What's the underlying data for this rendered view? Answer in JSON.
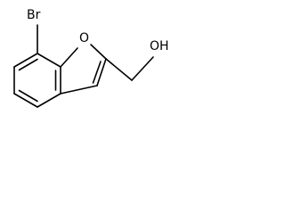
{
  "structure": {
    "type": "skeletal-formula",
    "atoms": {
      "bromine": "Br",
      "ring_oxygen": "O",
      "hydroxyl": "OH"
    },
    "colors": {
      "bond": "#000000",
      "label": "#000000",
      "background": "#ffffff"
    }
  }
}
